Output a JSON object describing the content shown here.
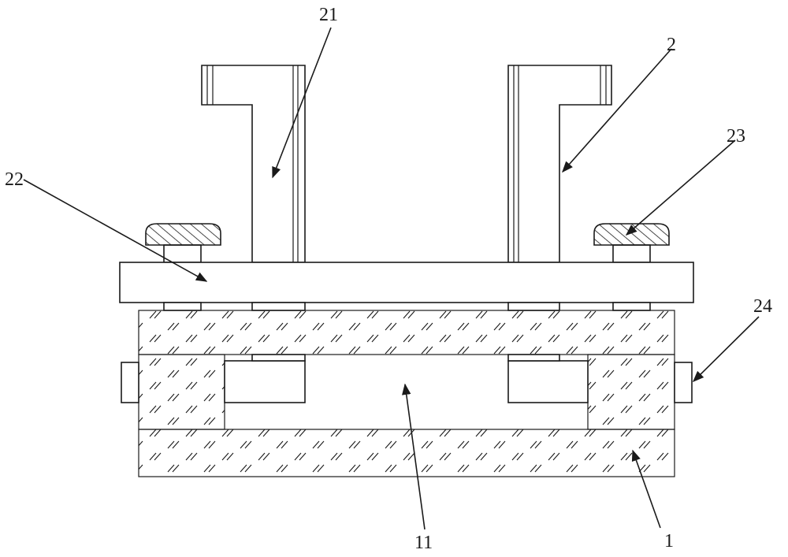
{
  "labels": {
    "l21": "21",
    "l2": "2",
    "l22": "22",
    "l23": "23",
    "l24": "24",
    "l11": "11",
    "l1": "1"
  },
  "colors": {
    "line": "#1a1a1a",
    "background": "#ffffff"
  }
}
